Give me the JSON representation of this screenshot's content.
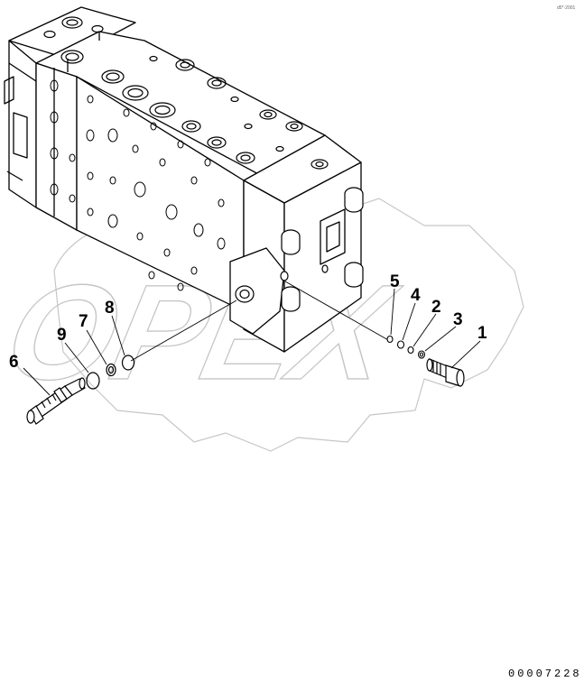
{
  "figure": {
    "watermark_text": "OPEX",
    "corner_code": "00007228",
    "top_right_tag": "d5*·2001",
    "callouts": [
      {
        "label": "1",
        "part": "plug"
      },
      {
        "label": "2",
        "part": "o-ring"
      },
      {
        "label": "3",
        "part": "backup-ring"
      },
      {
        "label": "4",
        "part": "o-ring"
      },
      {
        "label": "5",
        "part": "o-ring"
      },
      {
        "label": "6",
        "part": "relief-valve"
      },
      {
        "label": "7",
        "part": "backup-ring"
      },
      {
        "label": "8",
        "part": "o-ring"
      },
      {
        "label": "9",
        "part": "o-ring"
      }
    ]
  }
}
